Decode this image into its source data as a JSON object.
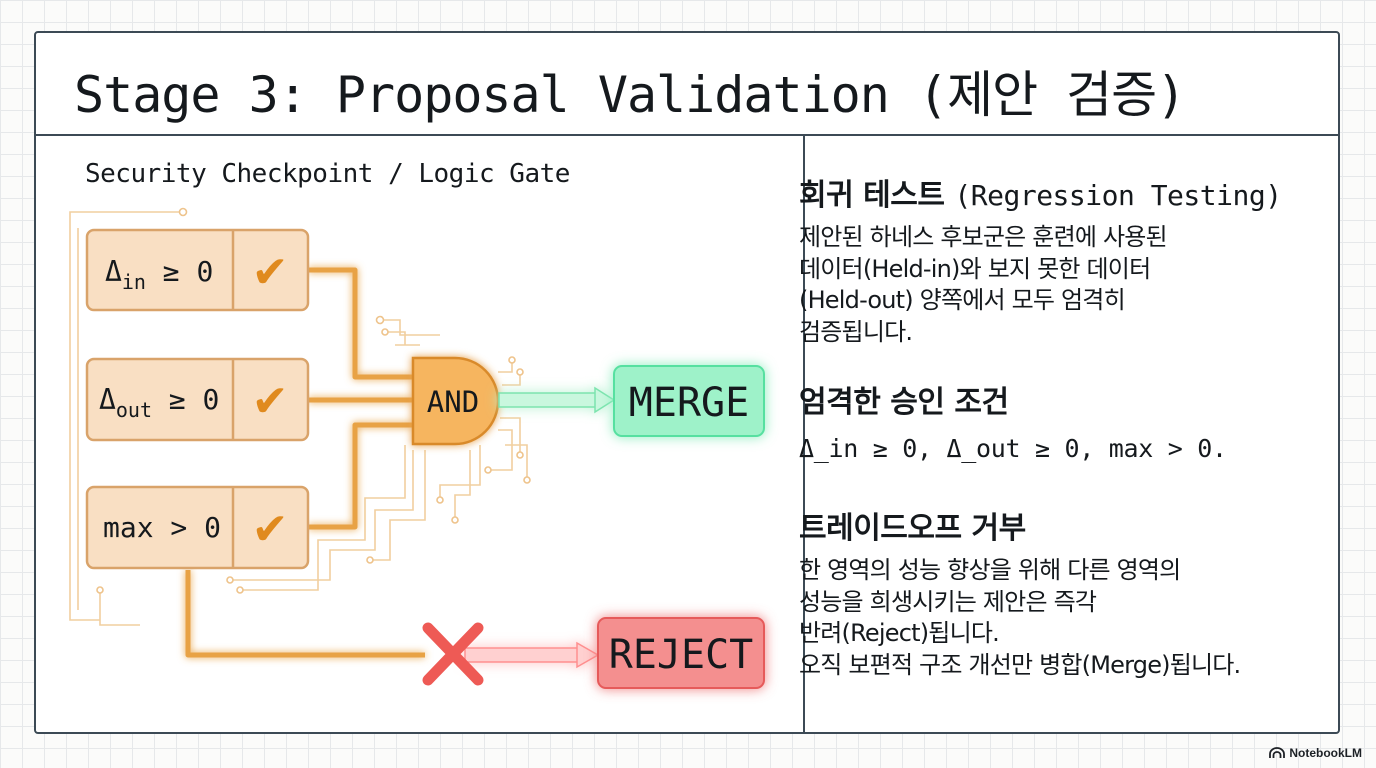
{
  "title": "Stage 3: Proposal Validation (제안 검증)",
  "diagram": {
    "caption": "Security Checkpoint / Logic Gate",
    "conditions": [
      {
        "base": "Δ",
        "sub": "in",
        "rest": " ≥ 0",
        "check": "✔"
      },
      {
        "base": "Δ",
        "sub": "out",
        "rest": " ≥ 0",
        "check": "✔"
      },
      {
        "base": "max > 0",
        "sub": "",
        "rest": "",
        "check": "✔"
      }
    ],
    "gate_label": "AND",
    "merge_label": "MERGE",
    "reject_label": "REJECT",
    "colors": {
      "condition_fill": "#f9dfc3",
      "condition_stroke": "#d9a36a",
      "check": "#e08a1e",
      "wire": "#e8a245",
      "gate_fill": "#f6b55e",
      "merge_fill": "#9ef2c9",
      "merge_glow": "#4fe39b",
      "reject_fill": "#f48f8f",
      "reject_glow": "#ff5252",
      "cross": "#ee5a55"
    }
  },
  "sections": [
    {
      "heading": "회귀 테스트",
      "heading_mono": "(Regression Testing)",
      "body": "제안된 하네스 후보군은 훈련에 사용된\n데이터(Held-in)와 보지 못한 데이터\n(Held-out) 양쪽에서 모두 엄격히\n검증됩니다."
    },
    {
      "heading": "엄격한 승인 조건",
      "body": "Δ_in ≥ 0, Δ_out ≥ 0, max > 0."
    },
    {
      "heading": "트레이드오프 거부",
      "body": "한 영역의 성능 향상을 위해 다른 영역의\n성능을 희생시키는 제안은 즉각\n반려(Reject)됩니다.\n오직 보편적 구조 개선만 병합(Merge)됩니다."
    }
  ],
  "footer": {
    "icon": "notebooklm-logo-icon",
    "label": "NotebookLM"
  }
}
